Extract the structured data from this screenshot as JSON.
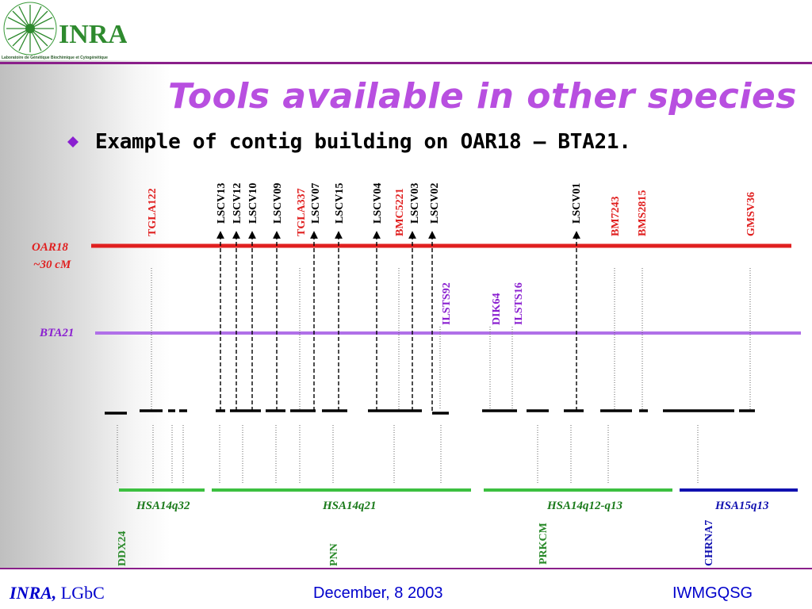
{
  "header": {
    "logo_text": "INRA",
    "lab_name": "Laboratoire de Génétique Biochimique et Cytogénétique"
  },
  "title": "Tools available in other species",
  "subtitle": "Example of contig building on OAR18 – BTA21.",
  "colors": {
    "title": "#b84fe0",
    "oar18": "#e02020",
    "bta21": "#b070e8",
    "hsa_green": "#3cc040",
    "hsa_blue": "#1010b0",
    "rule": "#8a1f8a",
    "footer": "#0000cc"
  },
  "diagram": {
    "oar18": {
      "name": "OAR18",
      "length": "~30 cM"
    },
    "bta21": {
      "name": "BTA21"
    },
    "oar18_markers": [
      {
        "name": "TGLA122",
        "color": "#e02020",
        "arrow": false
      },
      {
        "name": "LSCV13",
        "color": "#000000",
        "arrow": true
      },
      {
        "name": "LSCV12",
        "color": "#000000",
        "arrow": true
      },
      {
        "name": "LSCV10",
        "color": "#000000",
        "arrow": true
      },
      {
        "name": "LSCV09",
        "color": "#000000",
        "arrow": true
      },
      {
        "name": "TGLA337",
        "color": "#e02020",
        "arrow": false
      },
      {
        "name": "LSCV07",
        "color": "#000000",
        "arrow": true
      },
      {
        "name": "LSCV15",
        "color": "#000000",
        "arrow": true
      },
      {
        "name": "LSCV04",
        "color": "#000000",
        "arrow": true
      },
      {
        "name": "BMC5221",
        "color": "#e02020",
        "arrow": false
      },
      {
        "name": "LSCV03",
        "color": "#000000",
        "arrow": true
      },
      {
        "name": "LSCV02",
        "color": "#000000",
        "arrow": true
      },
      {
        "name": "LSCV01",
        "color": "#000000",
        "arrow": true
      },
      {
        "name": "BM7243",
        "color": "#e02020",
        "arrow": false
      },
      {
        "name": "BMS2815",
        "color": "#e02020",
        "arrow": false
      },
      {
        "name": "GMSV36",
        "color": "#e02020",
        "arrow": false
      }
    ],
    "bta21_markers": [
      {
        "name": "ILSTS92",
        "color": "#8a1fd0"
      },
      {
        "name": "DIK64",
        "color": "#8a1fd0"
      },
      {
        "name": "ILSTS16",
        "color": "#8a1fd0"
      }
    ],
    "hsa_regions": [
      {
        "name": "HSA14q32",
        "color": "#3cc040"
      },
      {
        "name": "HSA14q21",
        "color": "#3cc040"
      },
      {
        "name": "HSA14q12-q13",
        "color": "#3cc040"
      },
      {
        "name": "HSA15q13",
        "color": "#1010b0"
      }
    ],
    "hsa_genes": [
      {
        "name": "DDX24",
        "color": "#2a8a2a"
      },
      {
        "name": "PNN",
        "color": "#2a8a2a"
      },
      {
        "name": "PRKCM",
        "color": "#2a8a2a"
      },
      {
        "name": "CHRNA7",
        "color": "#1010b0"
      }
    ]
  },
  "footer": {
    "org": "INRA,",
    "lab": "LGbC",
    "date": "December, 8  2003",
    "event": "IWMGQSG"
  }
}
